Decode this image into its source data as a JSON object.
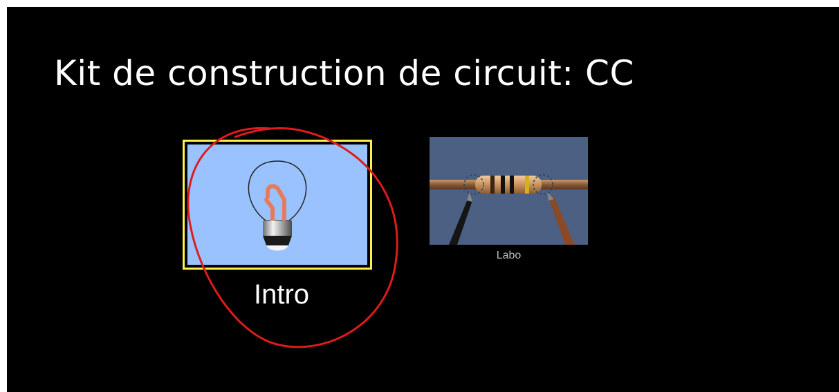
{
  "page": {
    "title": "Kit de construction de circuit: CC"
  },
  "screens": [
    {
      "label": "Intro",
      "icon": "light-bulb-icon",
      "selected": true
    },
    {
      "label": "Labo",
      "icon": "resistor-probes-icon",
      "selected": false
    }
  ],
  "colors": {
    "background": "#000000",
    "selection_border": "#fff24a",
    "intro_thumb_bg": "#99c2ff",
    "labo_thumb_bg": "#4b6083",
    "annotation": "#e01b1b"
  }
}
